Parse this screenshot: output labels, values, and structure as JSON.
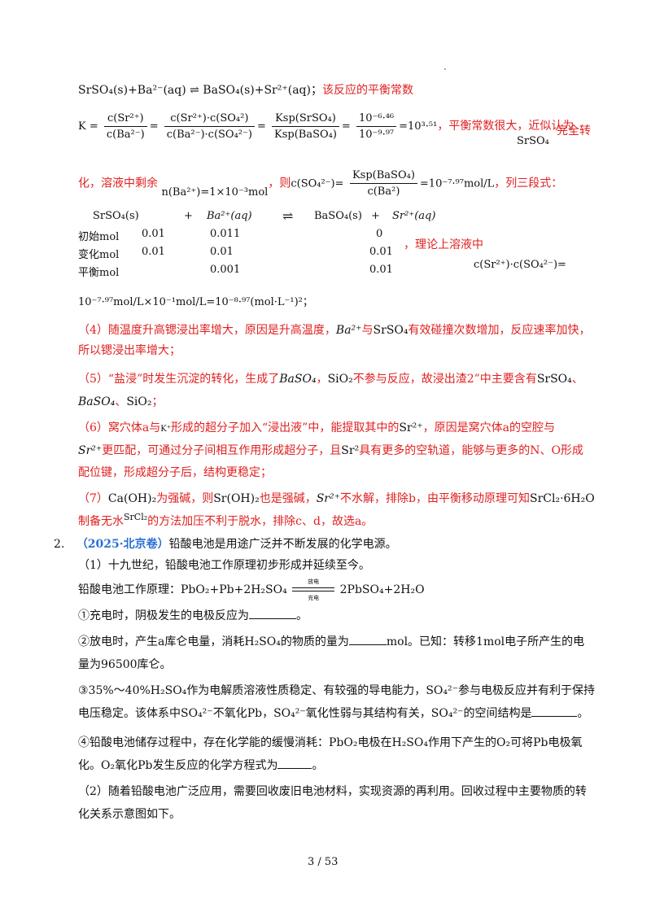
{
  "line1": {
    "formula": "SrSO₄(s)+Ba²⁻(aq) ⇌ BaSO₄(s)+Sr²⁺(aq)；",
    "note": "该反应的平衡常数"
  },
  "line2": {
    "k": "K =",
    "f1n": "c(Sr²⁺)",
    "f1d": "c(Ba²⁻)",
    "f2n": "c(Sr²⁺)·c(SO₄²)",
    "f2d": "c(Ba²⁻)·c(SO₄²⁻)",
    "f3n": "Ksp(SrSO₄)",
    "f3d": "Ksp(BaSO₄)",
    "f4n": "10⁻⁶·⁴⁶",
    "f4d": "10⁻⁹·⁹⁷",
    "res": "=10³·⁵¹",
    "note": "，平衡常数很大，近似认为",
    "srso4": "SrSO₄",
    "tail": "完全转"
  },
  "line3": {
    "lead": "化，溶液中剩余",
    "n": "n(Ba²⁺)=1×10⁻³mol",
    "mid": "，则",
    "cso4": "c(SO₄²⁻)=",
    "fn": "Ksp(BaSO₄)",
    "fd": "c(Ba²)",
    "res": "=10⁻⁷·⁹⁷mol/L",
    "tail": "，列三段式："
  },
  "ice": {
    "header": [
      "SrSO₄(s)",
      "+",
      "Ba²⁺(aq)",
      "⇌",
      "BaSO₄(s)",
      "+",
      "Sr²⁺(aq)"
    ],
    "rows": [
      {
        "label": "初始mol",
        "a": "0.01",
        "b": "0.011",
        "d": "0"
      },
      {
        "label": "变化mol",
        "a": "0.01",
        "b": "0.01",
        "d": "0.01"
      },
      {
        "label": "平衡mol",
        "a": "",
        "b": "0.001",
        "d": "0.01"
      }
    ],
    "note": "，理论上溶液中",
    "prod": "c(Sr²⁺)·c(SO₄²⁻)="
  },
  "line4": {
    "formula": "10⁻⁷·⁹⁷mol/L×10⁻¹mol/L=10⁻⁸·⁹⁷(mol·L⁻¹)²；"
  },
  "p4": {
    "a": "（4）随温度升高锶浸出率增大，原因是升高温度，",
    "b": "Ba²⁺",
    "c": "与",
    "d": "SrSO₄",
    "e": "有效碰撞次数增加，反应速率加快，",
    "f": "所以锶浸出率增大；"
  },
  "p5": {
    "a": "（5）“盐浸”时发生沉淀的转化，生成了",
    "b": "BaSO₄",
    "c": "，",
    "d": "SiO₂",
    "e": "不参与反应，故浸出渣2”中主要含有",
    "f": "SrSO₄",
    "g": "、",
    "h": "BaSO₄",
    "i": "、",
    "j": "SiO₂",
    "k": "；"
  },
  "p6": {
    "a": "（6）窝穴体a与",
    "b": "K⁺",
    "c": "形成的超分子加入“浸出液”中，能提取其中的",
    "d": "Sr²⁺",
    "e": "，原因是窝穴体a的空腔与",
    "f": "Sr²⁺",
    "g": "更匹配，可通过分子间相互作用形成超分子，且",
    "h": "Sr²",
    "i": "具有更多的空轨道，能够与更多的N、O形成",
    "j": "配位键，形成超分子后，结构更稳定；"
  },
  "p7": {
    "a": "（7）",
    "b": "Ca(OH)₂",
    "c": "为强碱，则",
    "d": "Sr(OH)₂",
    "e": "也是强碱，",
    "f": "Sr²⁺",
    "g": "不水解，排除b，由平衡移动原理可知",
    "h": "SrCl₂·6H₂O",
    "i": "制备无水",
    "j": "SrCl₂",
    "k": "的方法加压不利于脱水，排除c、d，故选a。"
  },
  "q2": {
    "num": "2.",
    "source": "（2025·北京卷）",
    "stem": "铅酸电池是用途广泛并不断发展的化学电源。",
    "s1": "（1）十九世纪，铅酸电池工作原理初步形成并延续至今。",
    "eq_lead": "铅酸电池工作原理：",
    "eq_left": "PbO₂+Pb+2H₂SO₄",
    "eq_top": "放电",
    "eq_bot": "充电",
    "eq_right": "2PbSO₄+2H₂O",
    "i1": "①充电时，阴极发生的电极反应为",
    "i1_end": "。",
    "i2a": "②放电时，产生a库仑电量，消耗",
    "i2b": "H₂SO₄",
    "i2c": "的物质的量为",
    "i2d": "mol。已知：转移1mol电子所产生的电",
    "i2e": "量为96500库仑。",
    "i3a": "③35%～40%",
    "i3b": "H₂SO₄",
    "i3c": "作为电解质溶液性质稳定、有较强的导电能力，",
    "i3d": "SO₄²⁻",
    "i3e": "参与电极反应并有利于保持",
    "i3f": "电压稳定。该体系中",
    "i3g": "SO₄²⁻",
    "i3h": "不氧化",
    "i3i": "Pb",
    "i3j": "，",
    "i3k": "SO₄²⁻",
    "i3l": "氧化性弱与其结构有关，",
    "i3m": "SO₄²⁻",
    "i3n": "的空间结构是",
    "i3o": "。",
    "i4a": "④铅酸电池储存过程中，存在化学能的缓慢消耗：",
    "i4b": "PbO₂",
    "i4c": "电极在",
    "i4d": "H₂SO₄",
    "i4e": "作用下产生的",
    "i4f": "O₂",
    "i4g": "可将Pb电极氧",
    "i4h": "化。",
    "i4i": "O₂",
    "i4j": "氧化",
    "i4k": "Pb",
    "i4l": "发生反应的化学方程式为",
    "i4m": "。",
    "s2a": "（2）随着铅酸电池广泛应用，需要回收废旧电池材料，实现资源的再利用。回收过程中主要物质的转",
    "s2b": "化关系示意图如下。"
  },
  "footer": {
    "page": "3 / 53"
  }
}
